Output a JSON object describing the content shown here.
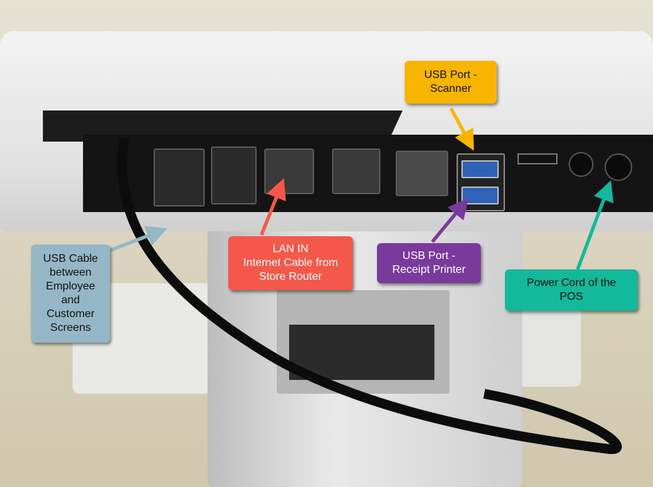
{
  "callouts": {
    "scanner": {
      "line1": "USB Port -",
      "line2": "Scanner",
      "color": "#f7b500"
    },
    "lan_in": {
      "line1": "LAN IN",
      "line2": "Internet Cable from",
      "line3": "Store Router",
      "color": "#f4584a"
    },
    "receipt_printer": {
      "line1": "USB Port -",
      "line2": "Receipt Printer",
      "color": "#7a3a9c"
    },
    "power": {
      "line1": "Power Cord of the",
      "line2": "POS",
      "color": "#14b89a"
    },
    "usb_cable": {
      "line1": "USB Cable",
      "line2": "between",
      "line3": "Employee",
      "line4": "and",
      "line5": "Customer",
      "line6": "Screens",
      "color": "#94b6c6"
    }
  }
}
